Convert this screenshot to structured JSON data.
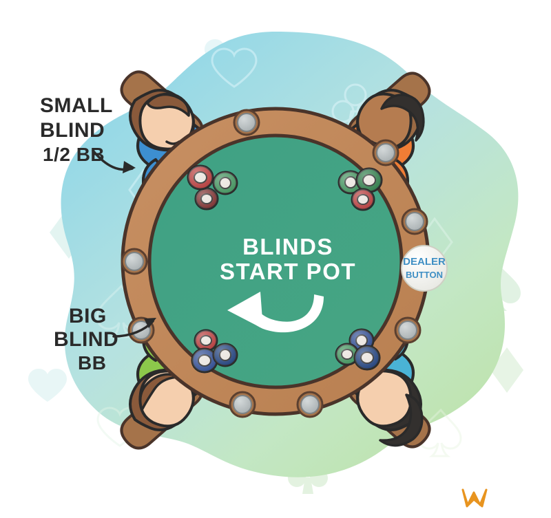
{
  "illustration": {
    "title": "Poker table blinds diagram",
    "center_text_line1": "BLINDS",
    "center_text_line2": "START POT",
    "dealer_button_line1": "DEALER",
    "dealer_button_line2": "BUTTON",
    "rotation_arrow": "counter-clockwise-arrow"
  },
  "labels": {
    "small_blind": {
      "line1": "SMALL",
      "line2": "BLIND",
      "line3": "1/2 BB",
      "pointer": "curved-arrow-right"
    },
    "big_blind": {
      "line1": "BIG",
      "line2": "BLIND",
      "line3": "BB",
      "pointer": "curved-arrow-right"
    }
  },
  "players": [
    {
      "seat": "top-left",
      "role": "small-blind",
      "shirt_color": "#3d8fd1",
      "hair_color": "#8a5a3b",
      "skin_color": "#f5cfae",
      "chips": [
        "#b33a3a",
        "#7a2e2e",
        "#3f8f5a"
      ]
    },
    {
      "seat": "top-right",
      "role": "player",
      "shirt_color": "#f07d35",
      "hair_color": "#33302e",
      "skin_color": "#b57c50",
      "chips": [
        "#3f8f5a",
        "#2e7a48",
        "#b33a3a"
      ]
    },
    {
      "seat": "bottom-left",
      "role": "big-blind",
      "shirt_color": "#8cc84b",
      "hair_color": "#8a5a3b",
      "skin_color": "#f5cfae",
      "chips": [
        "#b33a3a",
        "#2e4a8f",
        "#1f3f7a"
      ]
    },
    {
      "seat": "bottom-right",
      "role": "dealer",
      "shirt_color": "#4ab3d6",
      "hair_color": "#33302e",
      "skin_color": "#f5cfae",
      "chips": [
        "#2e4a8f",
        "#3f8f5a",
        "#1f3f7a"
      ]
    }
  ],
  "table": {
    "felt_color": "#44a383",
    "rail_color": "#c08a5a",
    "rail_outline": "#4a342a",
    "cupholder_color": "#b3b9ba",
    "cupholder_count": 8
  },
  "background": {
    "blob_gradient_start": "#8ed6e8",
    "blob_gradient_mid": "#b9e3de",
    "blob_gradient_end": "#bfe3ae",
    "page_color": "#ffffff",
    "watermark_suits": [
      "heart",
      "club",
      "diamond",
      "spade",
      "heart",
      "club",
      "diamond",
      "spade"
    ]
  },
  "branding": {
    "logo_name": "w-logo",
    "logo_color": "#e8941f"
  }
}
